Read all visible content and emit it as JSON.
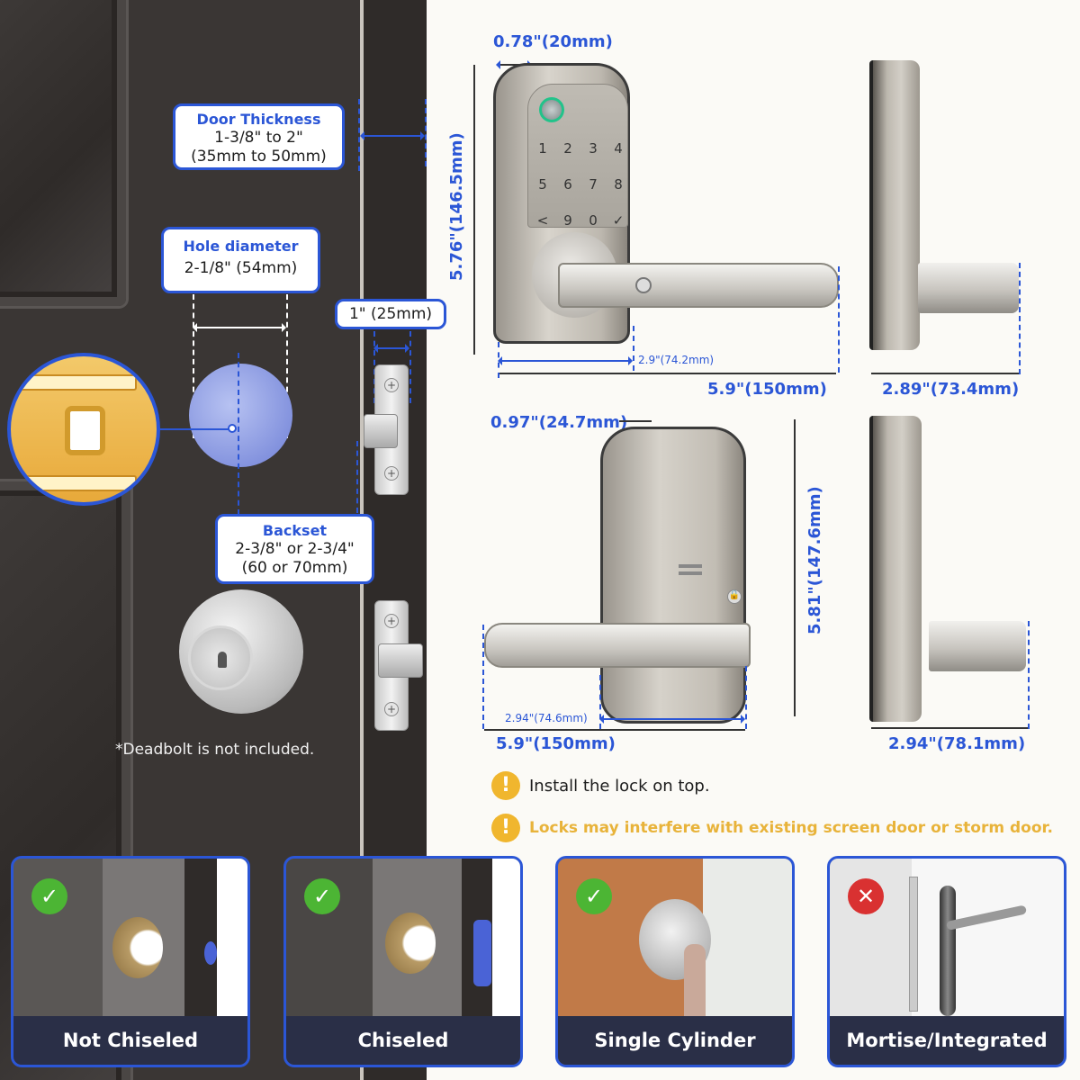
{
  "door_diagram": {
    "door_thickness": {
      "title": "Door Thickness",
      "line1": "1-3/8\" to 2\"",
      "line2": "(35mm to 50mm)"
    },
    "hole_diameter": {
      "title": "Hole diameter",
      "line1": "2-1/8\" (54mm)"
    },
    "latch_depth": {
      "label": "1\" (25mm)"
    },
    "backset": {
      "title": "Backset",
      "line1": "2-3/8\" or 2-3/4\"",
      "line2": "(60 or 70mm)"
    },
    "deadbolt_note": "*Deadbolt is not included."
  },
  "front_view": {
    "depth_top": "0.78\"(20mm)",
    "height": "5.76\"(146.5mm)",
    "rose_width": "2.9\"(74.2mm)",
    "total_width": "5.9\"(150mm)",
    "keypad_keys": [
      "1",
      "2",
      "3",
      "4",
      "5",
      "6",
      "7",
      "8",
      "<",
      "9",
      "0",
      "✓"
    ]
  },
  "side_view_front": {
    "depth": "2.89\"(73.4mm)"
  },
  "back_view": {
    "depth_top": "0.97\"(24.7mm)",
    "height": "5.81\"(147.6mm)",
    "rose_width": "2.94\"(74.6mm)",
    "total_width": "5.9\"(150mm)"
  },
  "side_view_back": {
    "depth": "2.94\"(78.1mm)"
  },
  "warnings": [
    {
      "icon": "exclamation-icon",
      "text": "Install the lock on top.",
      "color": "#1c1c1c"
    },
    {
      "icon": "exclamation-icon",
      "text": "Locks may interfere with existing screen door or storm door.",
      "color": "#e8b33a"
    }
  ],
  "compatibility": [
    {
      "label": "Not Chiseled",
      "status": "compatible",
      "badge": "✓"
    },
    {
      "label": "Chiseled",
      "status": "compatible",
      "badge": "✓"
    },
    {
      "label": "Single Cylinder",
      "status": "compatible",
      "badge": "✓"
    },
    {
      "label": "Mortise/Integrated",
      "status": "incompatible",
      "badge": "✕"
    }
  ],
  "colors": {
    "accent_blue": "#2b56d6",
    "warning_yellow": "#f0b62e",
    "ok_green": "#4cb534",
    "no_red": "#d93131",
    "label_navy": "#2a2f47"
  }
}
